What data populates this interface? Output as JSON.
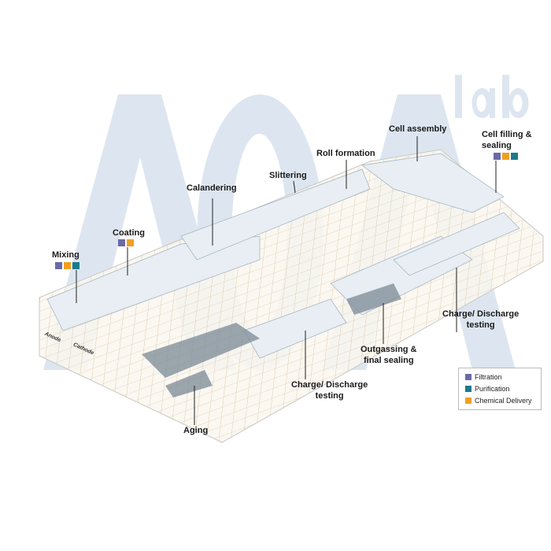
{
  "watermark": {
    "text": "AOA",
    "suffix": "lab",
    "color": "#dbe4ef"
  },
  "colors": {
    "filtration": "#6b6aa8",
    "purification": "#1b7a8c",
    "chemical_delivery": "#f0a020"
  },
  "stations": {
    "mixing": "Mixing",
    "coating": "Coating",
    "calandering": "Calandering",
    "slittering": "Slittering",
    "roll_formation": "Roll formation",
    "cell_assembly": "Cell assembly",
    "cell_filling_1": "Cell filling &",
    "cell_filling_2": "sealing",
    "charge_right_1": "Charge/ Discharge",
    "charge_right_2": "testing",
    "outgassing_1": "Outgassing &",
    "outgassing_2": "final sealing",
    "charge_center_1": "Charge/ Discharge",
    "charge_center_2": "testing",
    "aging": "Aging"
  },
  "floor_labels": {
    "anode": "Anode",
    "cathode": "Cathode"
  },
  "legend": {
    "items": [
      {
        "label": "Filtration",
        "color": "#6b6aa8"
      },
      {
        "label": "Purification",
        "color": "#1b7a8c"
      },
      {
        "label": "Chemical Delivery",
        "color": "#f0a020"
      }
    ]
  }
}
